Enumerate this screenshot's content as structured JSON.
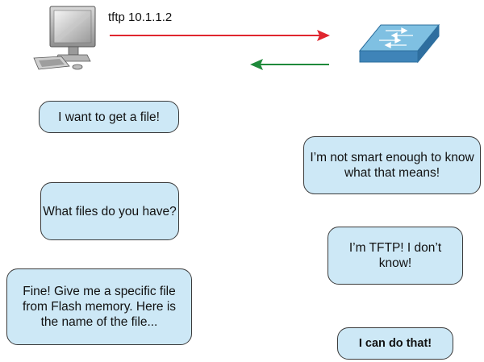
{
  "command_label": "tftp 10.1.1.2",
  "colors": {
    "request_arrow": "#e0262f",
    "response_arrow": "#1f8a3b",
    "bubble_fill": "#cde8f6",
    "bubble_border": "#3a3a3a",
    "switch_top": "#7fc0e2",
    "switch_side": "#3f84b8"
  },
  "icons": {
    "client": "computer-icon",
    "server": "switch-icon"
  },
  "client_bubbles": [
    "I want to get a file!",
    "What files do you have?",
    "Fine! Give me a specific file from Flash memory. Here is the name of the file..."
  ],
  "server_bubbles": [
    "I’m not smart enough to know what that means!",
    "I’m TFTP! I don’t know!",
    "I can do that!"
  ]
}
